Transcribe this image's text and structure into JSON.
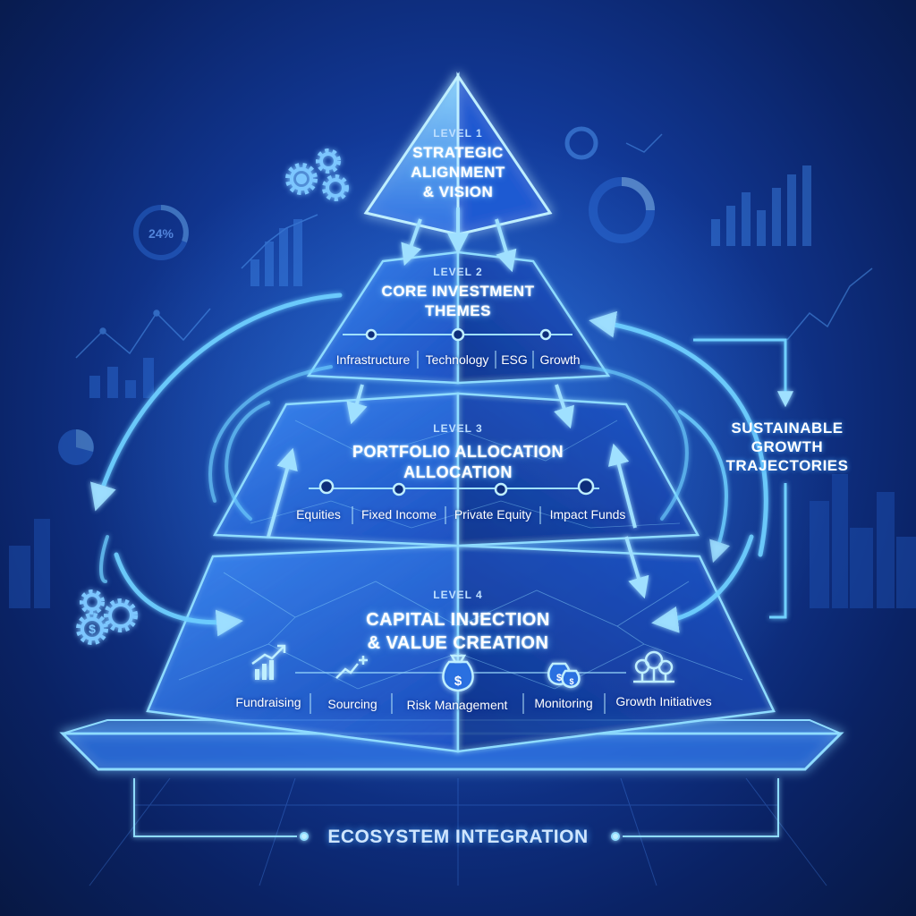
{
  "levels": [
    {
      "tag": "LEVEL 1",
      "title": [
        "STRATEGIC",
        "ALIGNMENT",
        "& VISION"
      ],
      "items": []
    },
    {
      "tag": "LEVEL 2",
      "title": [
        "CORE INVESTMENT",
        "THEMES"
      ],
      "items": [
        "Infrastructure",
        "Technology",
        "ESG",
        "Growth"
      ]
    },
    {
      "tag": "LEVEL 3",
      "title": [
        "PORTFOLIO ALLOCATION",
        "ALLOCATION"
      ],
      "items": [
        "Equities",
        "Fixed Income",
        "Private Equity",
        "Impact Funds"
      ]
    },
    {
      "tag": "LEVEL 4",
      "title": [
        "CAPITAL INJECTION",
        "& VALUE CREATION"
      ],
      "items": [
        "Fundraising",
        "Sourcing",
        "Risk Management",
        "Monitoring",
        "Growth Initiatives"
      ]
    }
  ],
  "level4_icons": [
    "chart-up-icon",
    "sparkle-arrow-icon",
    "money-bag-icon",
    "money-bags-icon",
    "trees-icon"
  ],
  "side_label": [
    "SUSTAINABLE",
    "GROWTH",
    "TRAJECTORIES"
  ],
  "footer_label": "ECOSYSTEM INTEGRATION",
  "background_gauge_text": "24%",
  "colors": {
    "background": "#0d2d7a",
    "glow": "#5fc4ff",
    "panel_fill": "#2a6fe0",
    "text": "#ffffff"
  }
}
